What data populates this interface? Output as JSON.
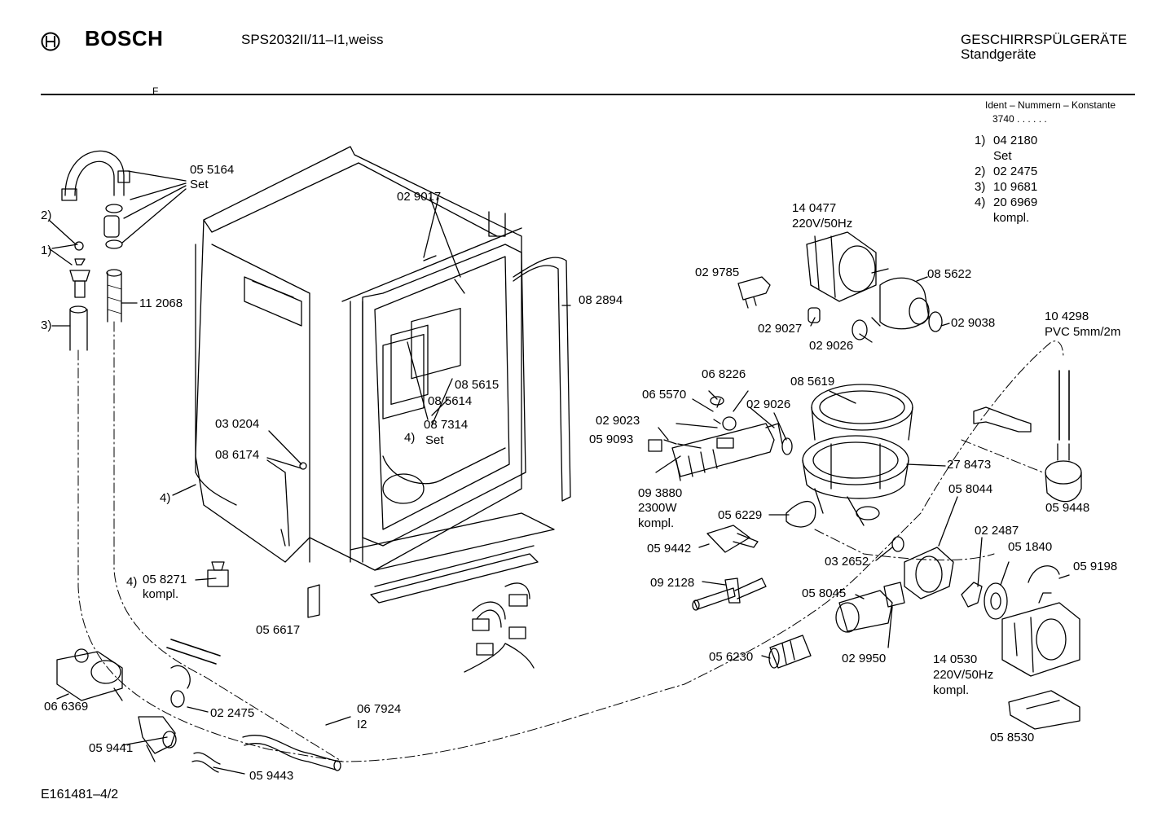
{
  "header": {
    "brand": "BOSCH",
    "model": "SPS2032II/11–I1,weiss",
    "category": "GESCHIRRSPÜLGERÄTE",
    "subcategory": "Standgeräte",
    "marker": "F"
  },
  "ident": {
    "title": "Ident – Nummern – Konstante",
    "code": "3740 . . . . . .",
    "notes": [
      {
        "num": "1)",
        "text": "04 2180"
      },
      {
        "num": "",
        "text": "Set"
      },
      {
        "num": "2)",
        "text": "02 2475"
      },
      {
        "num": "3)",
        "text": "10 9681"
      },
      {
        "num": "4)",
        "text": "20 6969"
      },
      {
        "num": "",
        "text": "kompl."
      }
    ]
  },
  "labels": {
    "p055164": "05 5164",
    "p055164b": "Set",
    "n2": "2)",
    "n1": "1)",
    "n3": "3)",
    "p112068": "11 2068",
    "p029017": "02 9017",
    "p082894": "08 2894",
    "p140477": "14 0477",
    "p140477b": "220V/50Hz",
    "p029785": "02 9785",
    "p085622": "08 5622",
    "p029027": "02 9027",
    "p029038": "02 9038",
    "p029026a": "02 9026",
    "p104298": "10 4298",
    "p104298b": "PVC 5mm/2m",
    "p085615": "08 5615",
    "p085614": "08 5614",
    "p087314": "08 7314",
    "p087314n": "4)",
    "p087314b": "Set",
    "p068226": "06 8226",
    "p085619": "08 5619",
    "p065570": "06 5570",
    "p029026b": "02 9026",
    "p029023": "02 9023",
    "p059093": "05 9093",
    "p030204": "03 0204",
    "p086174": "08 6174",
    "p278473": "27 8473",
    "n4a": "4)",
    "p093880": "09 3880",
    "p093880b": "2300W",
    "p093880c": "kompl.",
    "p056229": "05 6229",
    "p058044": "05 8044",
    "p059448": "05 9448",
    "p059442": "05 9442",
    "p022487": "02 2487",
    "p051840": "05 1840",
    "p032652": "03 2652",
    "p059198": "05 9198",
    "p058271n": "4)",
    "p058271": "05 8271",
    "p058271b": "kompl.",
    "p092128": "09 2128",
    "p058045": "05 8045",
    "p056617": "05 6617",
    "p056230": "05 6230",
    "p029950": "02 9950",
    "p140530": "14 0530",
    "p140530b": "220V/50Hz",
    "p140530c": "kompl.",
    "p066369": "06 6369",
    "p022475": "02 2475",
    "p067924": "06 7924",
    "p067924b": "I2",
    "p059441": "05 9441",
    "p058530": "05 8530",
    "p059443": "05 9443"
  },
  "footer": {
    "drawing_id": "E161481–4/2"
  }
}
